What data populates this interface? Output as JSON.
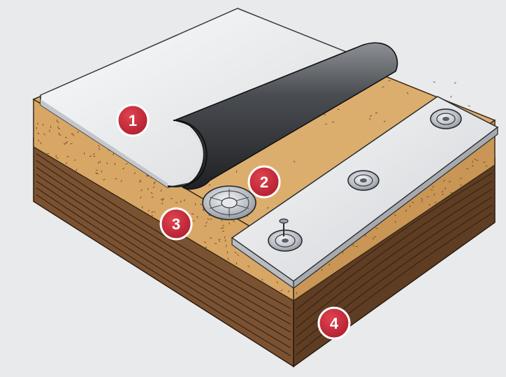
{
  "background": "#e9eaec",
  "colors": {
    "membrane": "#f2f3f4",
    "roll": "#3d3f43",
    "insulation": "#d9a765",
    "deck": "#7a5232",
    "plate": "#b8bcc2",
    "callout": "#c8283a"
  },
  "callouts": [
    {
      "id": "1",
      "label": "1"
    },
    {
      "id": "2",
      "label": "2"
    },
    {
      "id": "3",
      "label": "3"
    },
    {
      "id": "4",
      "label": "4"
    }
  ]
}
